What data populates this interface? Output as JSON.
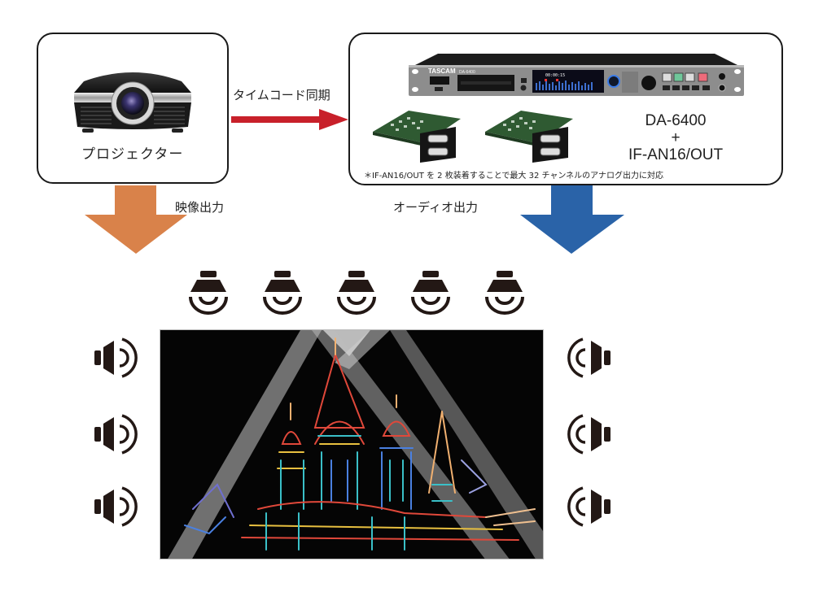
{
  "projector": {
    "label": "プロジェクター",
    "icon": "projector-icon"
  },
  "recorder": {
    "model_line1": "DA-6400",
    "model_plus": "+",
    "model_line2": "IF-AN16/OUT",
    "brand": "TASCAM",
    "unit_name": "DA-6400",
    "display_time": "00:00:15",
    "footnote": "＊IF-AN16/OUT を 2 枚装着することで最大 32 チャンネルのアナログ出力に対応",
    "cards_count": 2
  },
  "connections": {
    "timecode_label": "タイムコード同期",
    "video_label": "映像出力",
    "audio_label": "オーディオ出力"
  },
  "colors": {
    "timecode_arrow": "#c8202a",
    "video_arrow": "#d9824a",
    "audio_arrow": "#2a63a8",
    "speaker": "#231815",
    "screen_bg": "#050505"
  },
  "speakers": {
    "top_count": 5,
    "left_count": 3,
    "right_count": 3
  }
}
